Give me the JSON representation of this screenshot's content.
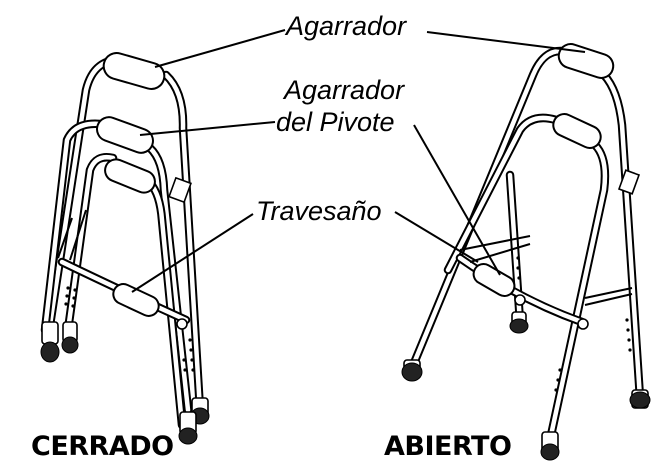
{
  "labels": {
    "handle": "Agarrador",
    "pivot_handle_line1": "Agarrador",
    "pivot_handle_line2": "del Pivote",
    "crossbar": "Travesaño"
  },
  "captions": {
    "closed": "CERRADO",
    "open": "ABIERTO"
  }
}
